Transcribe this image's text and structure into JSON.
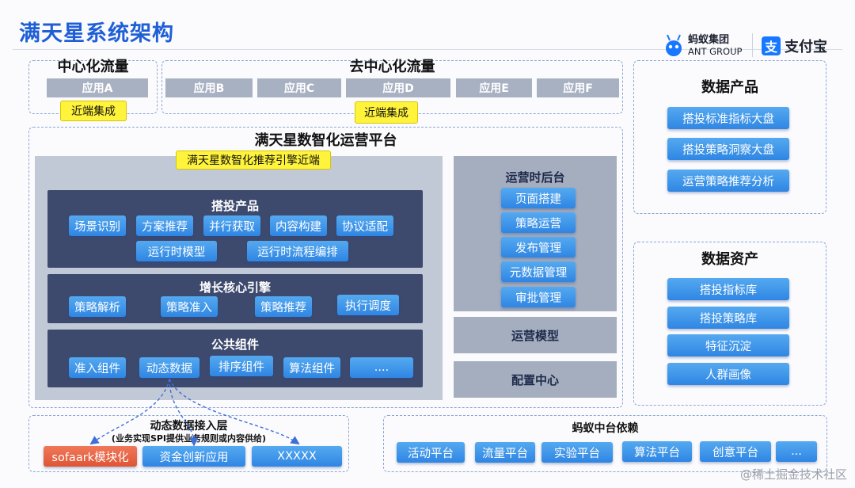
{
  "title": "满天星系统架构",
  "logos": {
    "ant_cn": "蚂蚁集团",
    "ant_en": "ANT GROUP",
    "alipay_glyph": "支",
    "alipay_text": "支付宝"
  },
  "central": {
    "title": "中心化流量",
    "app": "应用A",
    "integration": "近端集成"
  },
  "decentral": {
    "title": "去中心化流量",
    "apps": [
      "应用B",
      "应用C",
      "应用D",
      "应用E",
      "应用F"
    ],
    "integration": "近端集成"
  },
  "platform": {
    "title": "满天星数智化运营平台",
    "engine_tag": "满天星数智化推荐引擎近端",
    "product": {
      "title": "搭投产品",
      "row1": [
        "场景识别",
        "方案推荐",
        "并行获取",
        "内容构建",
        "协议适配"
      ],
      "row2": [
        "运行时模型",
        "运行时流程编排"
      ]
    },
    "growth": {
      "title": "增长核心引擎",
      "items": [
        "策略解析",
        "策略准入",
        "策略推荐",
        "执行调度"
      ]
    },
    "common": {
      "title": "公共组件",
      "items": [
        "准入组件",
        "动态数据",
        "排序组件",
        "算法组件",
        "...."
      ]
    },
    "ops_backend": {
      "title": "运营时后台",
      "items": [
        "页面搭建",
        "策略运营",
        "发布管理",
        "元数据管理",
        "审批管理"
      ]
    },
    "ops_model": "运营模型",
    "config_center": "配置中心"
  },
  "data_products": {
    "title": "数据产品",
    "items": [
      "搭投标准指标大盘",
      "搭投策略洞察大盘",
      "运营策略推荐分析"
    ]
  },
  "data_assets": {
    "title": "数据资产",
    "items": [
      "搭投指标库",
      "搭投策略库",
      "特征沉淀",
      "人群画像"
    ]
  },
  "dynamic_layer": {
    "title": "动态数据接入层",
    "subtitle": "(业务实现SPI提供业务规则或内容供给)",
    "items": [
      "sofaark模块化",
      "资金创新应用",
      "XXXXX"
    ]
  },
  "ant_platform": {
    "title": "蚂蚁中台依赖",
    "items": [
      "活动平台",
      "流量平台",
      "实验平台",
      "算法平台",
      "创意平台",
      "..."
    ]
  },
  "watermark": "@稀土掘金技术社区"
}
